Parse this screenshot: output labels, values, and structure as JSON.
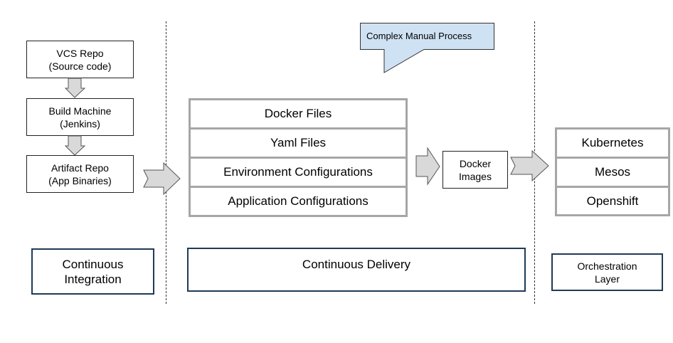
{
  "colors": {
    "arrow_fill": "#d9d9d9",
    "arrow_stroke": "#555555",
    "category_border": "#1f3a56",
    "stack_border": "#a6a6a6",
    "callout_fill": "#cfe2f3"
  },
  "ci_pipeline": {
    "vcs_repo": "VCS Repo\n(Source code)",
    "build_machine": "Build Machine\n(Jenkins)",
    "artifact_repo": "Artifact Repo\n(App Binaries)"
  },
  "callout": {
    "text": "Complex Manual Process"
  },
  "delivery_stack": {
    "items": [
      "Docker Files",
      "Yaml Files",
      "Environment Configurations",
      "Application Configurations"
    ]
  },
  "docker_images": "Docker\nImages",
  "orchestration_stack": {
    "items": [
      "Kubernetes",
      "Mesos",
      "Openshift"
    ]
  },
  "categories": {
    "ci": "Continuous\nIntegration",
    "cd": "Continuous Delivery",
    "orchestration": "Orchestration\nLayer"
  },
  "icons": {
    "down_arrow": "down-arrow-icon",
    "right_arrow": "right-arrow-icon"
  }
}
